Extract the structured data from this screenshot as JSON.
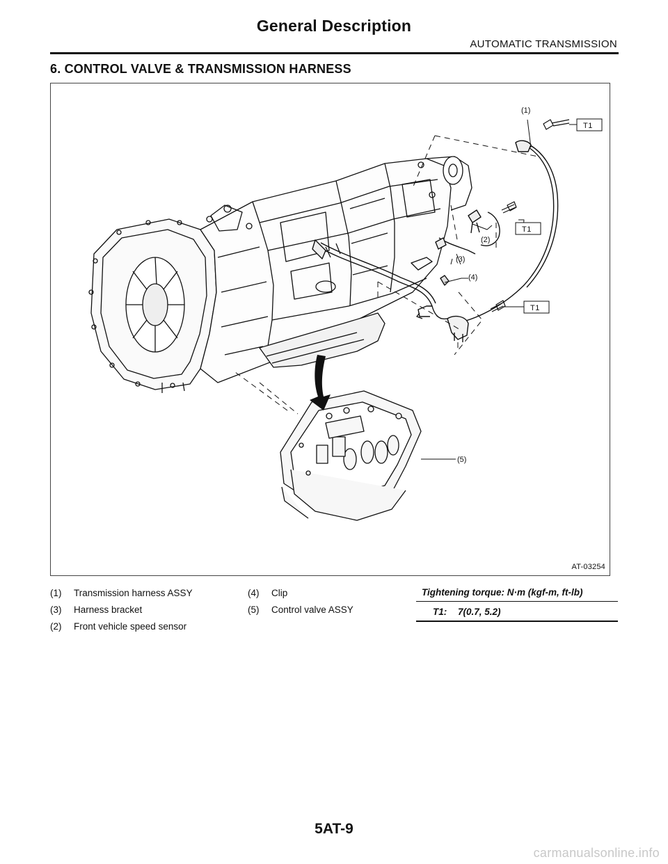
{
  "header": {
    "title": "General Description",
    "section": "AUTOMATIC TRANSMISSION"
  },
  "heading": "6.  CONTROL VALVE & TRANSMISSION HARNESS",
  "figure": {
    "code": "AT-03254",
    "callouts": [
      "(1)",
      "(2)",
      "(3)",
      "(4)",
      "(5)"
    ],
    "torque_tags": [
      "T1",
      "T1",
      "T1"
    ]
  },
  "legend": [
    {
      "num": "(1)",
      "text": "Transmission harness ASSY"
    },
    {
      "num": "(3)",
      "text": "Harness bracket"
    },
    {
      "num": "(2)",
      "text": "Front vehicle speed sensor"
    },
    {
      "num": "(4)",
      "text": "Clip"
    },
    {
      "num": "(5)",
      "text": "Control valve ASSY"
    }
  ],
  "torque": {
    "heading": "Tightening torque: N·m (kgf-m, ft-lb)",
    "key": "T1:",
    "value": "7(0.7, 5.2)"
  },
  "footer": {
    "page_number": "5AT-9",
    "watermark": "carmanualsonline.info"
  }
}
